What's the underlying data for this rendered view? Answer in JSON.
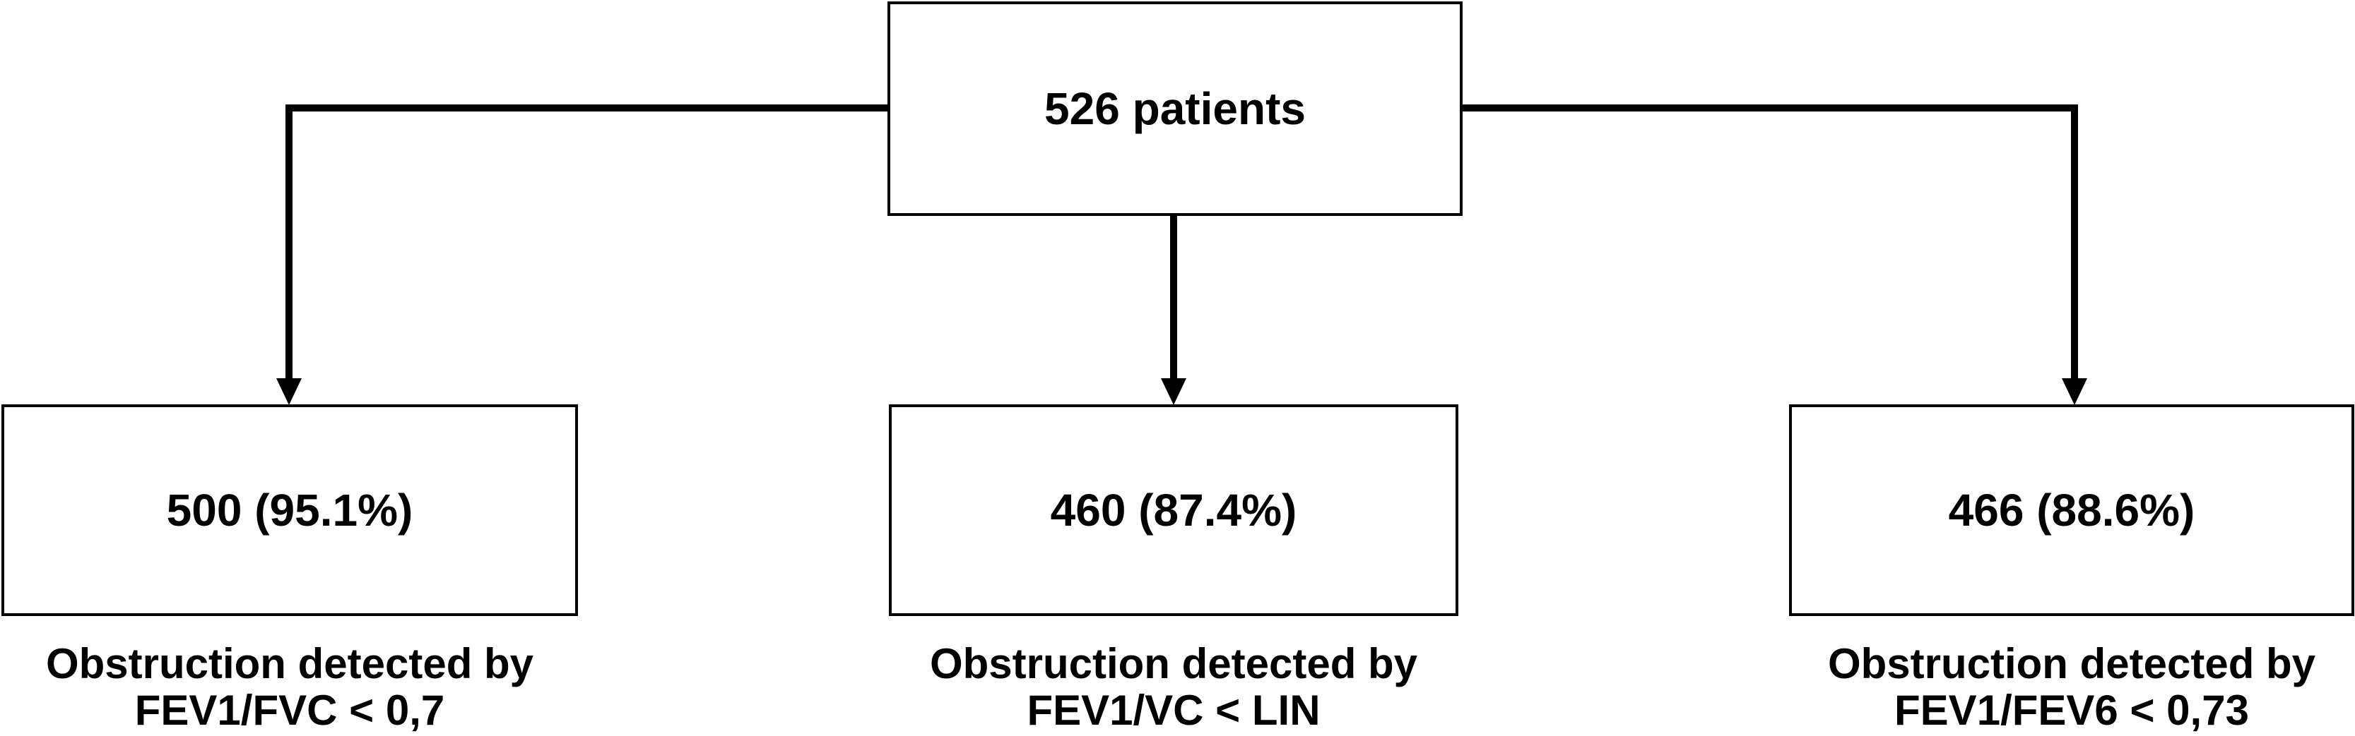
{
  "figure": {
    "background_color": "#ffffff",
    "line_color": "#000000",
    "text_color": "#000000",
    "root": {
      "label": "526 patients"
    },
    "branches": [
      {
        "value": "500 (95.1%)",
        "caption_line1": "Obstruction detected by",
        "caption_line2": "FEV1/FVC < 0,7"
      },
      {
        "value": "460 (87.4%)",
        "caption_line1": "Obstruction detected by",
        "caption_line2": "FEV1/VC < LIN"
      },
      {
        "value": "466 (88.6%)",
        "caption_line1": "Obstruction detected by",
        "caption_line2": "FEV1/FEV6 < 0,73"
      }
    ]
  }
}
